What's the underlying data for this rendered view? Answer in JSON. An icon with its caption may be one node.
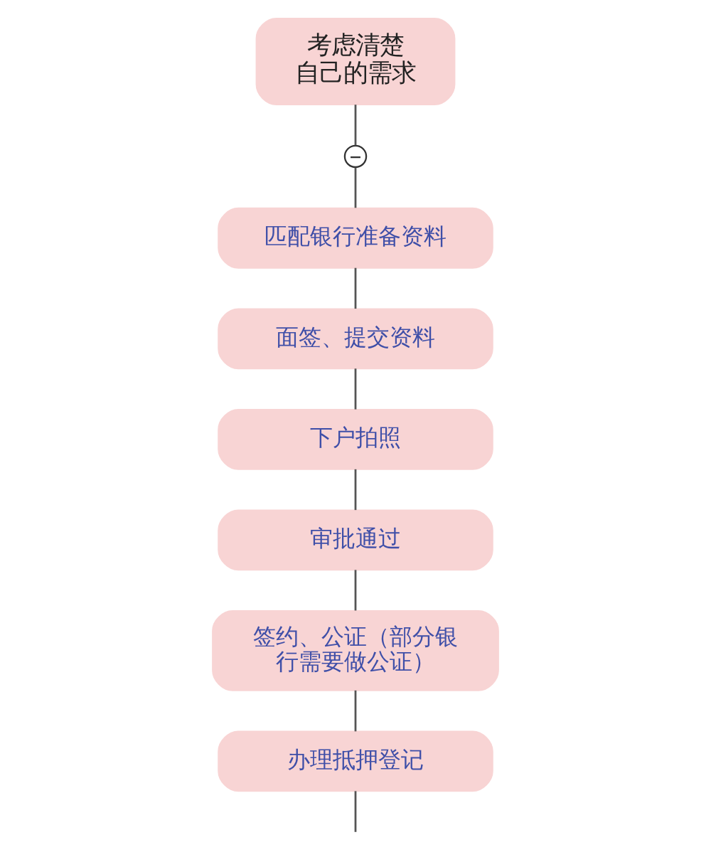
{
  "diagram": {
    "nodes": [
      {
        "text": [
          "考虑清楚自己的需求"
        ]
      },
      {
        "text": [],
        "shape": "circle"
      },
      {
        "text": [
          "匹配银行准备资料"
        ]
      },
      {
        "text": [
          "面签、提交资料"
        ]
      },
      {
        "text": [
          "下户拍照"
        ]
      },
      {
        "text": [
          "审批通过"
        ]
      },
      {
        "text": [
          "签约、公证（部分银行需要做公证）"
        ]
      },
      {
        "text": [
          "办理抵押登记"
        ]
      }
    ],
    "edges": [
      {
        "from": 0,
        "to": 1,
        "arrow": "none"
      },
      {
        "from": 1,
        "to": 2,
        "arrow": "none"
      },
      {
        "from": 2,
        "to": 3,
        "arrow": "none"
      },
      {
        "from": 3,
        "to": 4,
        "arrow": "none"
      },
      {
        "from": 4,
        "to": 5,
        "arrow": "none"
      },
      {
        "from": 5,
        "to": 6,
        "arrow": "none"
      },
      {
        "from": 6,
        "to": 7,
        "arrow": "none"
      },
      {
        "from": 7,
        "to": null,
        "arrow": "none"
      }
    ]
  }
}
